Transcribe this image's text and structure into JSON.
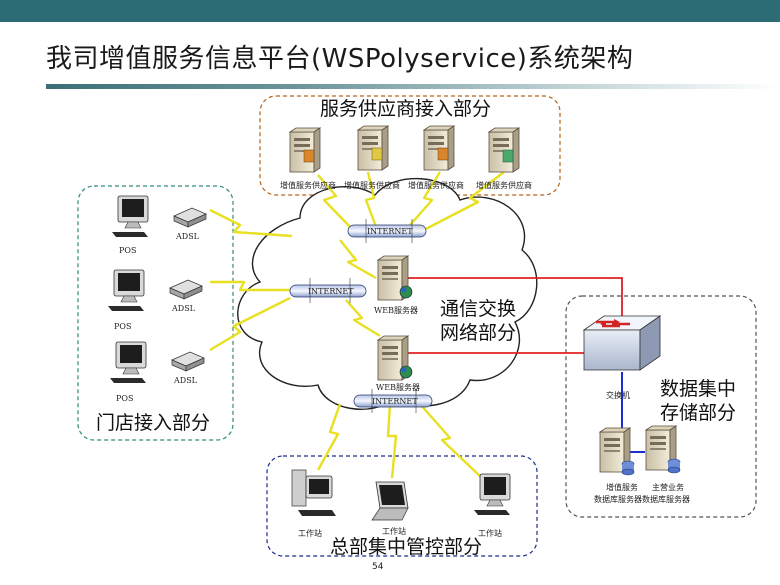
{
  "title": "我司增值服务信息平台(WSPolyservice)系统架构",
  "page_number": "54",
  "zones": {
    "provider": "服务供应商接入部分",
    "store": "门店接入部分",
    "network_line1": "通信交换",
    "network_line2": "网络部分",
    "data_line1": "数据集中",
    "data_line2": "存储部分",
    "hq": "总部集中管控部分"
  },
  "provider_servers": [
    "增值服务供应商",
    "增值服务供应商",
    "增值服务供应商",
    "增值服务供应商"
  ],
  "store_devices": {
    "pos": [
      "POS",
      "POS",
      "POS"
    ],
    "adsl": [
      "ADSL",
      "ADSL",
      "ADSL"
    ]
  },
  "internet_labels": [
    "INTERNET",
    "INTERNET",
    "INTERNET"
  ],
  "web_servers": [
    "WEB服务器",
    "WEB服务器"
  ],
  "switch_label": "交换机",
  "db_servers": [
    {
      "line1": "增值服务",
      "line2": "数据库服务器"
    },
    {
      "line1": "主营业务",
      "line2": "数据库服务器"
    }
  ],
  "workstations": [
    "工作站",
    "工作站",
    "工作站"
  ],
  "colors": {
    "top_bar": "#2c6c74",
    "link_red": "#e02020",
    "link_blue": "#1a2fd0",
    "lightning": "#f4f02a",
    "provider_border": "#b5651d",
    "store_border": "#2e8b7a",
    "hq_border": "#1c2b8a",
    "data_border": "#555555"
  }
}
